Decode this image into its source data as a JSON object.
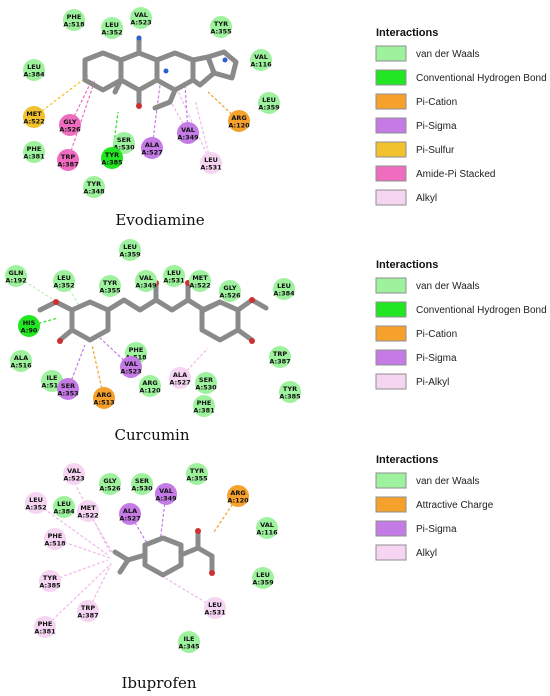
{
  "panels": [
    {
      "id": "evodiamine",
      "caption": "Evodiamine",
      "legend_title": "Interactions",
      "legend": [
        {
          "label": "van der Waals",
          "color": "#9ef29e"
        },
        {
          "label": "Conventional Hydrogen Bond",
          "color": "#21e621"
        },
        {
          "label": "Pi-Cation",
          "color": "#f5a12c"
        },
        {
          "label": "Pi-Sigma",
          "color": "#c57be6"
        },
        {
          "label": "Pi-Sulfur",
          "color": "#f2c12e"
        },
        {
          "label": "Amide-Pi Stacked",
          "color": "#f06cbf"
        },
        {
          "label": "Alkyl",
          "color": "#f5d5f2"
        }
      ],
      "residues": [
        {
          "l1": "PHE",
          "l2": "A:518",
          "color": "#9ef29e"
        },
        {
          "l1": "LEU",
          "l2": "A:352",
          "color": "#9ef29e"
        },
        {
          "l1": "VAL",
          "l2": "A:523",
          "color": "#9ef29e"
        },
        {
          "l1": "TYR",
          "l2": "A:355",
          "color": "#9ef29e"
        },
        {
          "l1": "LEU",
          "l2": "A:384",
          "color": "#9ef29e"
        },
        {
          "l1": "VAL",
          "l2": "A:116",
          "color": "#9ef29e"
        },
        {
          "l1": "LEU",
          "l2": "A:359",
          "color": "#9ef29e"
        },
        {
          "l1": "MET",
          "l2": "A:522",
          "color": "#f2c12e"
        },
        {
          "l1": "ARG",
          "l2": "A:120",
          "color": "#f5a12c"
        },
        {
          "l1": "GLY",
          "l2": "A:526",
          "color": "#f06cbf"
        },
        {
          "l1": "SER",
          "l2": "A:530",
          "color": "#9ef29e"
        },
        {
          "l1": "VAL",
          "l2": "A:349",
          "color": "#c57be6"
        },
        {
          "l1": "ALA",
          "l2": "A:527",
          "color": "#c57be6"
        },
        {
          "l1": "PHE",
          "l2": "A:381",
          "color": "#9ef29e"
        },
        {
          "l1": "TRP",
          "l2": "A:387",
          "color": "#f06cbf"
        },
        {
          "l1": "TYR",
          "l2": "A:385",
          "color": "#21e621"
        },
        {
          "l1": "LEU",
          "l2": "A:531",
          "color": "#f5d5f2"
        },
        {
          "l1": "TYR",
          "l2": "A:348",
          "color": "#9ef29e"
        }
      ]
    },
    {
      "id": "curcumin",
      "caption": "Curcumin",
      "legend_title": "Interactions",
      "legend": [
        {
          "label": "van der Waals",
          "color": "#9ef29e"
        },
        {
          "label": "Conventional Hydrogen Bond",
          "color": "#21e621"
        },
        {
          "label": "Pi-Cation",
          "color": "#f5a12c"
        },
        {
          "label": "Pi-Sigma",
          "color": "#c57be6"
        },
        {
          "label": "Pi-Alkyl",
          "color": "#f5d5f2"
        }
      ],
      "residues": [
        {
          "l1": "LEU",
          "l2": "A:359",
          "color": "#9ef29e"
        },
        {
          "l1": "GLN",
          "l2": "A:192",
          "color": "#9ef29e"
        },
        {
          "l1": "LEU",
          "l2": "A:352",
          "color": "#9ef29e"
        },
        {
          "l1": "TYR",
          "l2": "A:355",
          "color": "#9ef29e"
        },
        {
          "l1": "VAL",
          "l2": "A:349",
          "color": "#9ef29e"
        },
        {
          "l1": "LEU",
          "l2": "A:531",
          "color": "#9ef29e"
        },
        {
          "l1": "MET",
          "l2": "A:522",
          "color": "#9ef29e"
        },
        {
          "l1": "GLY",
          "l2": "A:526",
          "color": "#9ef29e"
        },
        {
          "l1": "LEU",
          "l2": "A:384",
          "color": "#9ef29e"
        },
        {
          "l1": "HIS",
          "l2": "A:90",
          "color": "#21e621"
        },
        {
          "l1": "ALA",
          "l2": "A:516",
          "color": "#9ef29e"
        },
        {
          "l1": "PHE",
          "l2": "A:518",
          "color": "#9ef29e"
        },
        {
          "l1": "VAL",
          "l2": "A:523",
          "color": "#c57be6"
        },
        {
          "l1": "TRP",
          "l2": "A:387",
          "color": "#9ef29e"
        },
        {
          "l1": "ILE",
          "l2": "A:517",
          "color": "#9ef29e"
        },
        {
          "l1": "SER",
          "l2": "A:353",
          "color": "#c57be6"
        },
        {
          "l1": "ARG",
          "l2": "A:513",
          "color": "#f5a12c"
        },
        {
          "l1": "ARG",
          "l2": "A:120",
          "color": "#9ef29e"
        },
        {
          "l1": "ALA",
          "l2": "A:527",
          "color": "#f5d5f2"
        },
        {
          "l1": "SER",
          "l2": "A:530",
          "color": "#9ef29e"
        },
        {
          "l1": "TYR",
          "l2": "A:385",
          "color": "#9ef29e"
        },
        {
          "l1": "PHE",
          "l2": "A:381",
          "color": "#9ef29e"
        }
      ]
    },
    {
      "id": "ibuprofen",
      "caption": "Ibuprofen",
      "legend_title": "Interactions",
      "legend": [
        {
          "label": "van der Waals",
          "color": "#9ef29e"
        },
        {
          "label": "Attractive Charge",
          "color": "#f5a12c"
        },
        {
          "label": "Pi-Sigma",
          "color": "#c57be6"
        },
        {
          "label": "Alkyl",
          "color": "#f5d5f2"
        }
      ],
      "residues": [
        {
          "l1": "VAL",
          "l2": "A:523",
          "color": "#f5d5f2"
        },
        {
          "l1": "GLY",
          "l2": "A:526",
          "color": "#9ef29e"
        },
        {
          "l1": "SER",
          "l2": "A:530",
          "color": "#9ef29e"
        },
        {
          "l1": "VAL",
          "l2": "A:349",
          "color": "#c57be6"
        },
        {
          "l1": "TYR",
          "l2": "A:355",
          "color": "#9ef29e"
        },
        {
          "l1": "ARG",
          "l2": "A:120",
          "color": "#f5a12c"
        },
        {
          "l1": "LEU",
          "l2": "A:352",
          "color": "#f5d5f2"
        },
        {
          "l1": "LEU",
          "l2": "A:384",
          "color": "#9ef29e"
        },
        {
          "l1": "MET",
          "l2": "A:522",
          "color": "#f5d5f2"
        },
        {
          "l1": "ALA",
          "l2": "A:527",
          "color": "#c57be6"
        },
        {
          "l1": "PHE",
          "l2": "A:518",
          "color": "#f5d5f2"
        },
        {
          "l1": "VAL",
          "l2": "A:116",
          "color": "#9ef29e"
        },
        {
          "l1": "TYR",
          "l2": "A:385",
          "color": "#f5d5f2"
        },
        {
          "l1": "LEU",
          "l2": "A:359",
          "color": "#9ef29e"
        },
        {
          "l1": "TRP",
          "l2": "A:387",
          "color": "#f5d5f2"
        },
        {
          "l1": "LEU",
          "l2": "A:531",
          "color": "#f5d5f2"
        },
        {
          "l1": "PHE",
          "l2": "A:381",
          "color": "#f5d5f2"
        },
        {
          "l1": "ILE",
          "l2": "A:345",
          "color": "#9ef29e"
        }
      ]
    }
  ]
}
